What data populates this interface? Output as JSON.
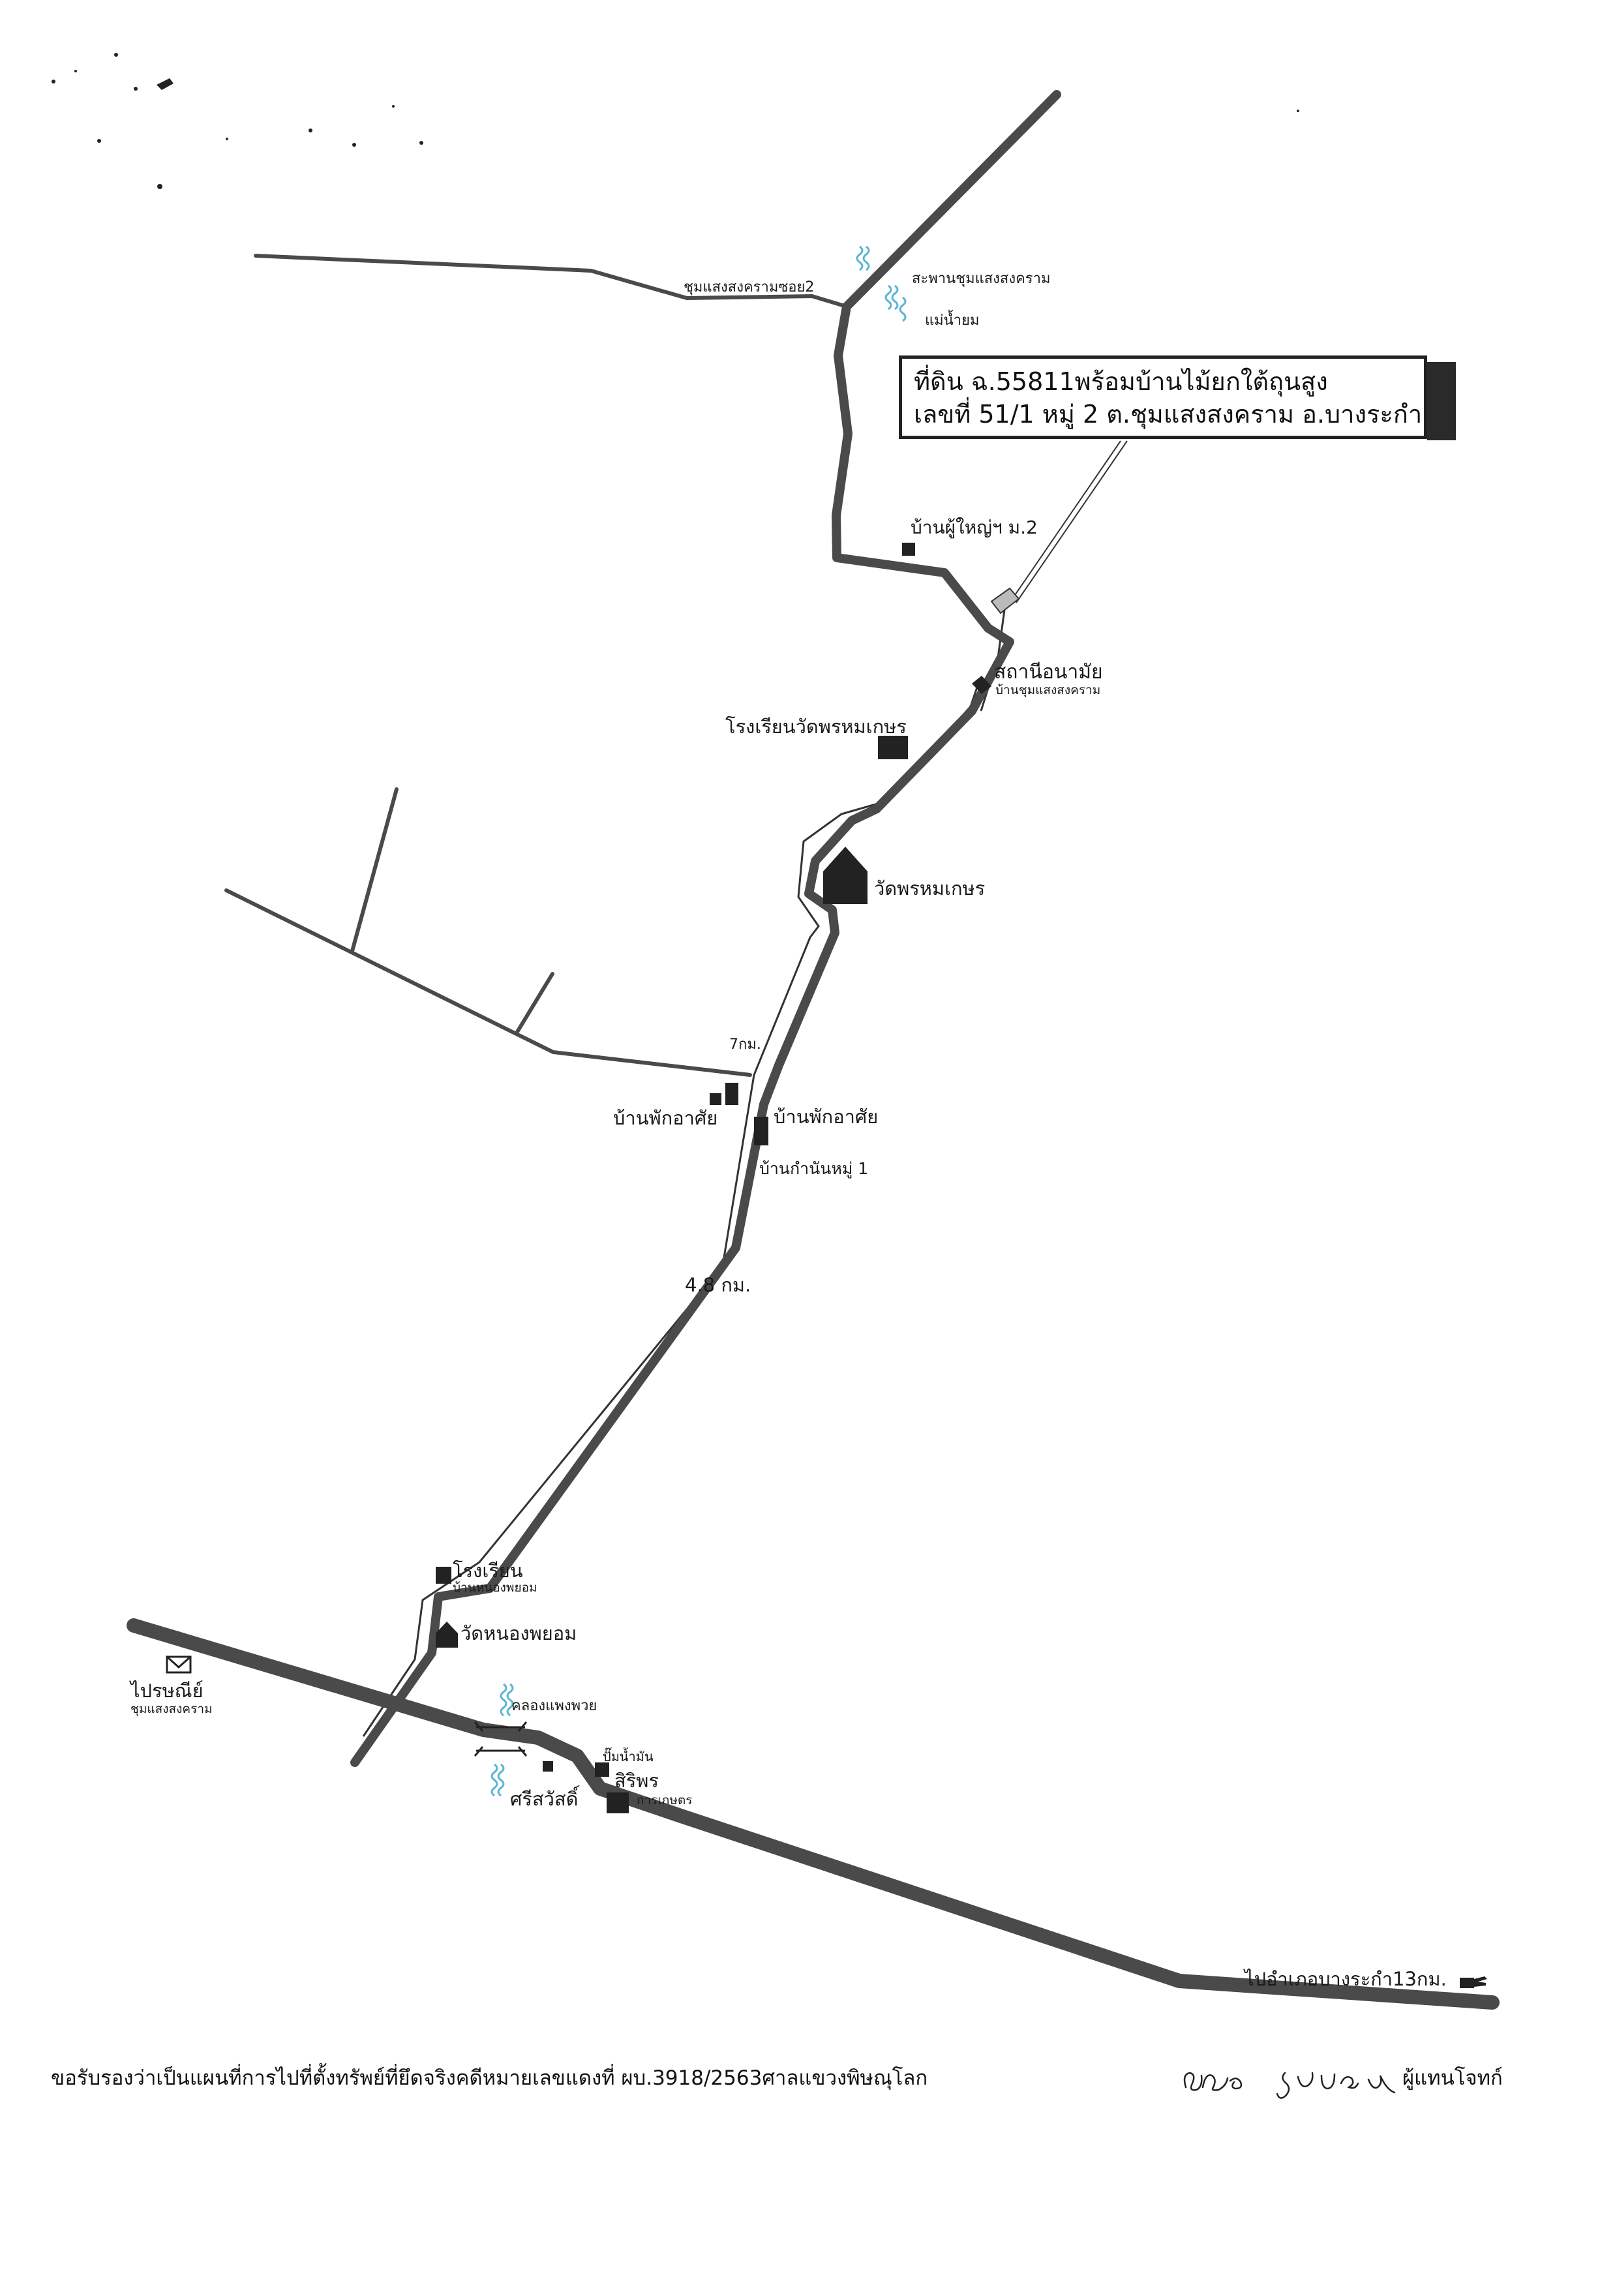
{
  "title": {
    "line1": "ที่ดิน ฉ.55811พร้อมบ้านไม้ยกใต้ถุนสูง",
    "line2": "เลขที่ 51/1 หมู่ 2 ต.ชุมแสงสงคราม อ.บางระกำ"
  },
  "labels": {
    "bridge": "สะพานชุมแสงสงคราม",
    "river": "แม่น้ำยม",
    "soi": "ชุมแสงสงครามซอย2",
    "headman": "บ้านผู้ใหญ่ฯ ม.2",
    "health_station": "สถานีอนามัย",
    "health_station_sub": "บ้านชุมแสงสงคราม",
    "school_wat": "โรงเรียนวัดพรหมเกษร",
    "wat_prom": "วัดพรหมเกษร",
    "km7": "7กม.",
    "residence_left": "บ้านพักอาศัย",
    "residence_right": "บ้านพักอาศัย",
    "kamnan": "บ้านกำนันหมู่ 1",
    "km48": "4.8 กม.",
    "school": "โรงเรียน",
    "school_sub": "บ้านหนองพยอม",
    "wat_nong": "วัดหนองพยอม",
    "post": "ไปรษณีย์",
    "post_sub": "ชุมแสงสงคราม",
    "canal": "คลองแพงพวย",
    "gas": "ปั๊มน้ำมัน",
    "sriswat": "ศรีสวัสดิ์",
    "siriporn": "สิริพร",
    "siriporn_sub": "การเกษตร",
    "to_district": "ไปอำเภอบางระกำ13กม."
  },
  "footer": {
    "certify": "ขอรับรองว่าเป็นแผนที่การไปที่ตั้งทรัพย์ที่ยึดจริงคดีหมายเลขแดงที่ ผบ.3918/2563ศาลแขวงพิษณุโลก",
    "role": "ผู้แทนโจทก์"
  },
  "colors": {
    "road": "#4a4a4a",
    "water": "#5ab4d6",
    "ink": "#1a1a1a"
  }
}
